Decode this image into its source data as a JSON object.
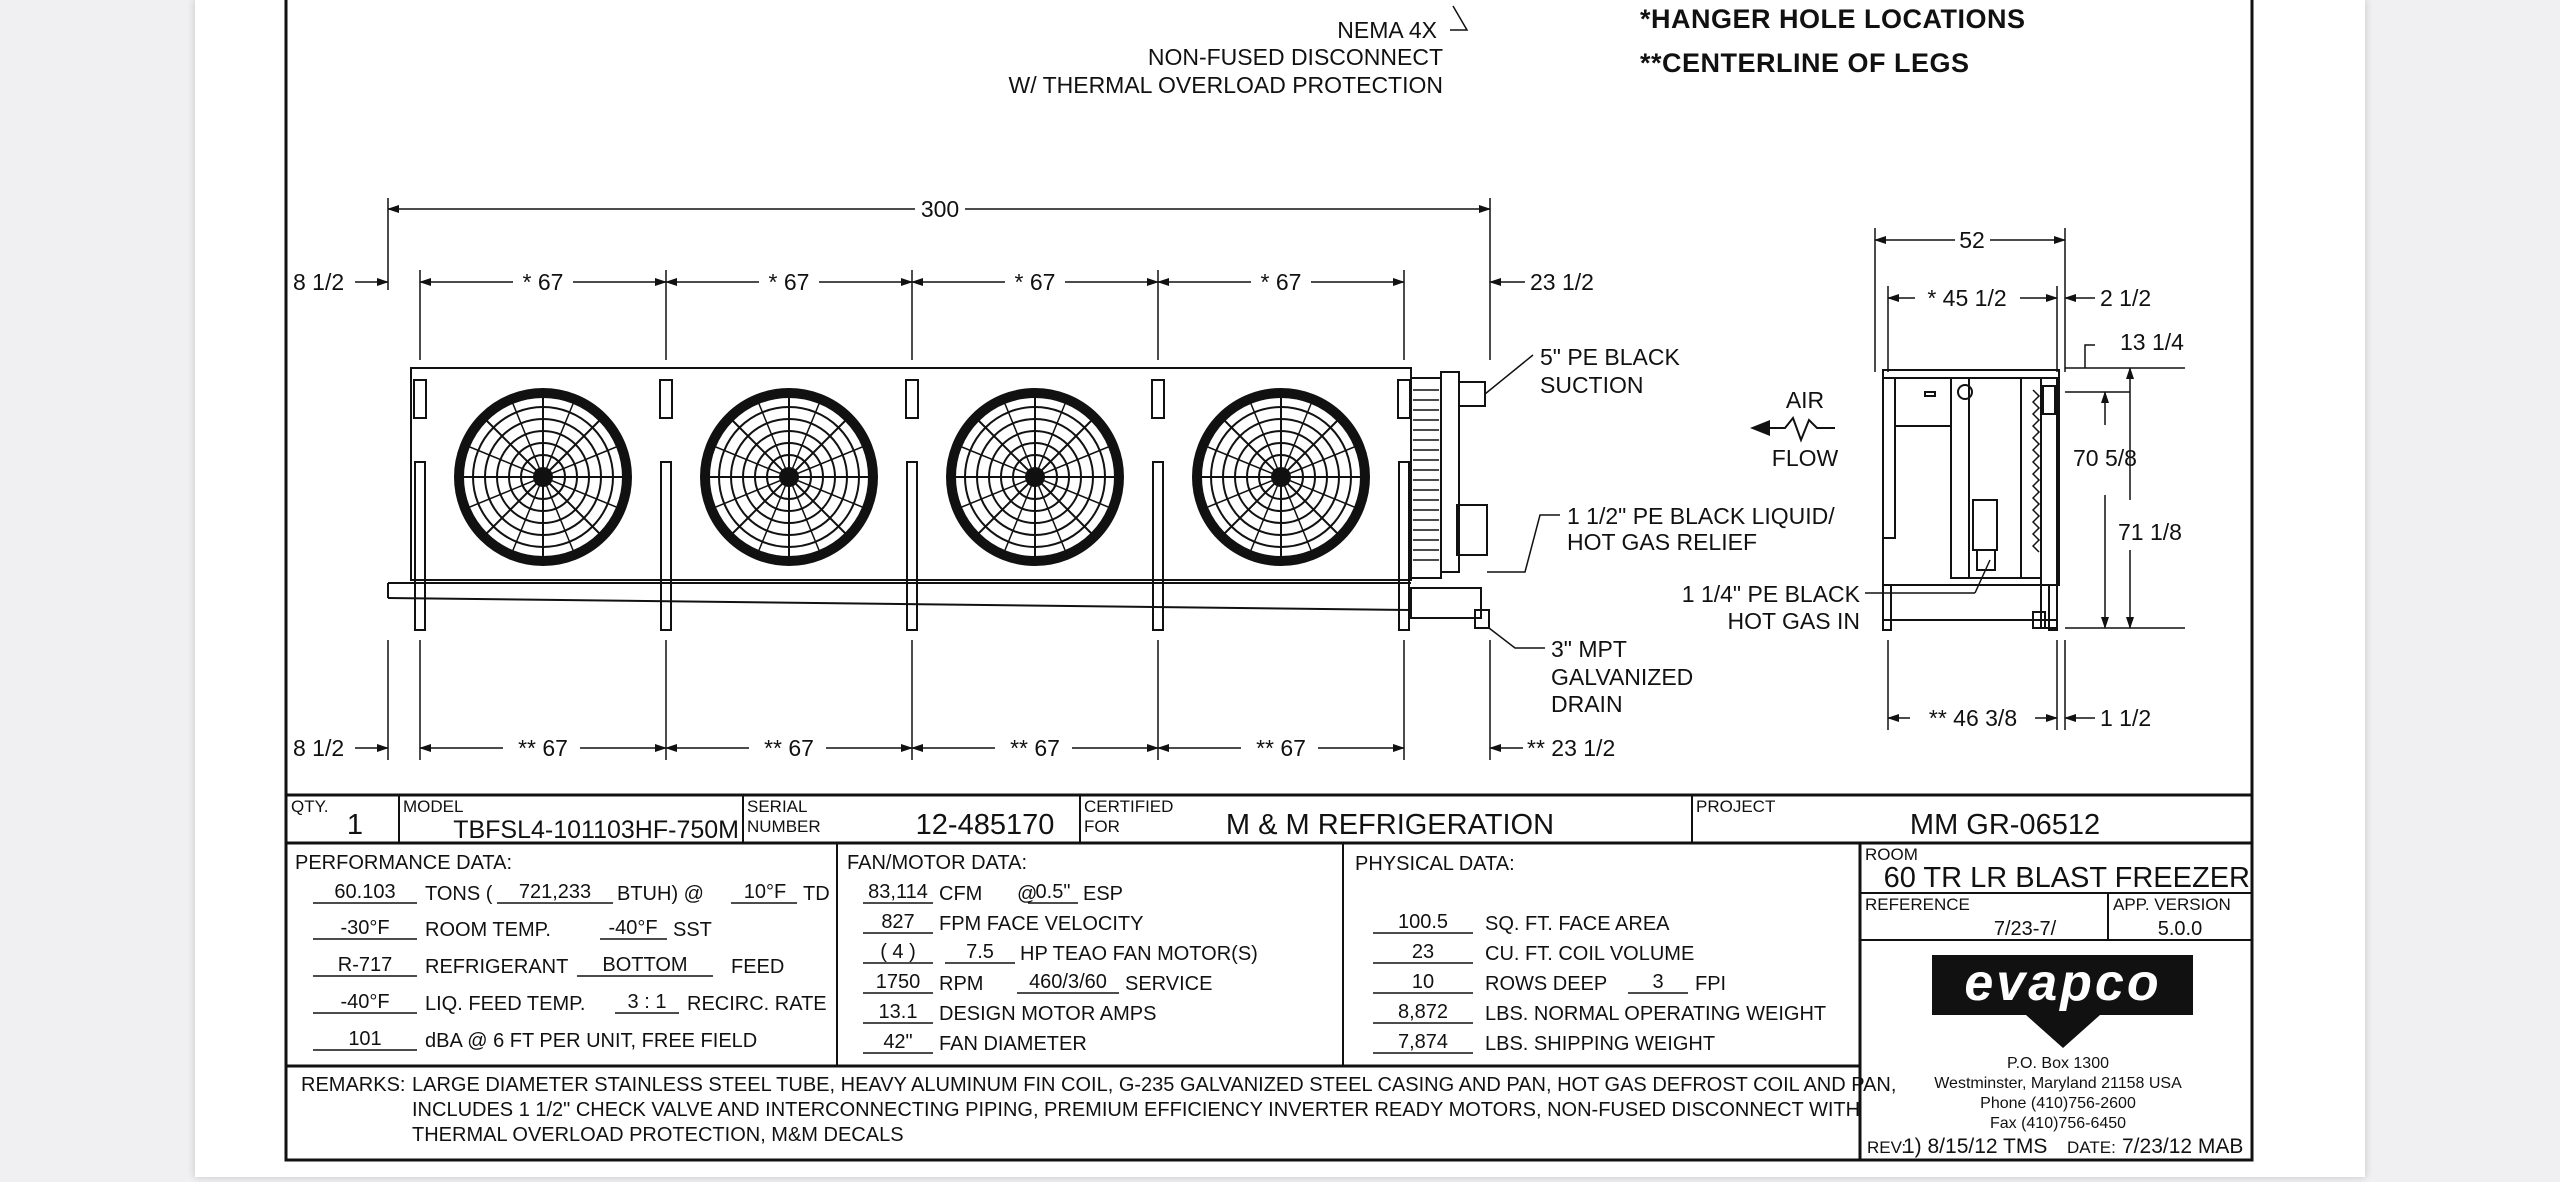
{
  "drawing": {
    "top_notes": [
      "NEMA 4X",
      "NON-FUSED DISCONNECT",
      "W/ THERMAL  OVERLOAD PROTECTION"
    ],
    "legend": [
      "*HANGER HOLE LOCATIONS",
      "**CENTERLINE OF LEGS"
    ],
    "dims": {
      "overall": "300",
      "left_top": "8 1/2",
      "hanger": [
        "* 67",
        "* 67",
        "* 67",
        "* 67"
      ],
      "right_top": "23 1/2",
      "left_bottom": "8 1/2",
      "legs": [
        "** 67",
        "** 67",
        "** 67",
        "** 67"
      ],
      "right_bottom": "** 23 1/2",
      "side_width": "52",
      "side_hanger": "* 45 1/2",
      "side_right_top": "2 1/2",
      "side_top": "13 1/4",
      "side_h1": "70 5/8",
      "side_h2": "71 1/8",
      "side_legs": "** 46 3/8",
      "side_right_bottom": "1 1/2"
    },
    "callouts": {
      "suction": [
        "5\" PE BLACK",
        "SUCTION"
      ],
      "liquid": [
        "1 1/2\" PE BLACK LIQUID/",
        "HOT GAS RELIEF"
      ],
      "drain": [
        "3\" MPT",
        "GALVANIZED",
        "DRAIN"
      ],
      "hotgas": [
        "1 1/4\" PE BLACK",
        "HOT GAS IN"
      ],
      "air": "AIR",
      "flow": "FLOW"
    }
  },
  "header": {
    "qty_label": "QTY.",
    "qty": "1",
    "model_label": "MODEL",
    "model": "TBFSL4-101103HF-750M",
    "serial_label": [
      "SERIAL",
      "NUMBER"
    ],
    "serial": "12-485170",
    "certified_label": [
      "CERTIFIED",
      "FOR"
    ],
    "certified": "M & M REFRIGERATION",
    "project_label": "PROJECT",
    "project": "MM GR-06512"
  },
  "performance": {
    "title": "PERFORMANCE DATA:",
    "tons": "60.103",
    "tons_label": "TONS (",
    "btuh": "721,233",
    "btuh_label": "BTUH) @",
    "td": "10°F",
    "td_label": "TD",
    "room_temp": "-30°F",
    "room_temp_label": "ROOM TEMP.",
    "sst": "-40°F",
    "sst_label": "SST",
    "refrigerant": "R-717",
    "refrigerant_label": "REFRIGERANT",
    "feed": "BOTTOM",
    "feed_label": "FEED",
    "liq_feed": "-40°F",
    "liq_feed_label": "LIQ. FEED TEMP.",
    "recirc": "3 : 1",
    "recirc_label": "RECIRC. RATE",
    "dba": "101",
    "dba_label": "dBA @ 6 FT PER UNIT, FREE FIELD"
  },
  "fan_motor": {
    "title": "FAN/MOTOR DATA:",
    "cfm": "83,114",
    "cfm_label": "CFM",
    "at": "@",
    "esp": "0.5\"",
    "esp_label": "ESP",
    "fpm": "827",
    "fpm_label": "FPM FACE VELOCITY",
    "motors": "( 4 )",
    "hp": "7.5",
    "hp_label": "HP TEAO FAN MOTOR(S)",
    "rpm": "1750",
    "rpm_label": "RPM",
    "service": "460/3/60",
    "service_label": "SERVICE",
    "amps": "13.1",
    "amps_label": "DESIGN MOTOR AMPS",
    "fan_dia": "42\"",
    "fan_dia_label": "FAN DIAMETER"
  },
  "physical": {
    "title": "PHYSICAL DATA:",
    "face_area": "100.5",
    "face_area_label": "SQ. FT. FACE AREA",
    "coil_volume": "23",
    "coil_volume_label": "CU. FT. COIL VOLUME",
    "rows": "10",
    "rows_label": "ROWS DEEP",
    "fpi": "3",
    "fpi_label": "FPI",
    "op_weight": "8,872",
    "op_weight_label": "LBS. NORMAL OPERATING WEIGHT",
    "ship_weight": "7,874",
    "ship_weight_label": "LBS. SHIPPING WEIGHT"
  },
  "room": {
    "room_label": "ROOM",
    "room": "60 TR LR BLAST FREEZER",
    "reference_label": "REFERENCE",
    "reference": "7/23-7/",
    "app_version_label": "APP. VERSION",
    "app_version": "5.0.0"
  },
  "company": {
    "logo": "evapco",
    "address": [
      "P.O. Box 1300",
      "Westminster, Maryland 21158 USA",
      "Phone (410)756-2600",
      "Fax (410)756-6450"
    ]
  },
  "remarks": {
    "label": "REMARKS:",
    "lines": [
      "LARGE DIAMETER STAINLESS STEEL TUBE, HEAVY ALUMINUM FIN COIL, G-235 GALVANIZED STEEL CASING AND PAN, HOT GAS DEFROST COIL AND PAN,",
      "INCLUDES 1 1/2\" CHECK VALVE AND INTERCONNECTING PIPING, PREMIUM EFFICIENCY INVERTER READY MOTORS, NON-FUSED DISCONNECT WITH",
      "THERMAL OVERLOAD PROTECTION, M&M DECALS"
    ]
  },
  "revision": {
    "rev_label": "REV:",
    "rev": "1) 8/15/12 TMS",
    "date_label": "DATE:",
    "date": "7/23/12 MAB"
  }
}
